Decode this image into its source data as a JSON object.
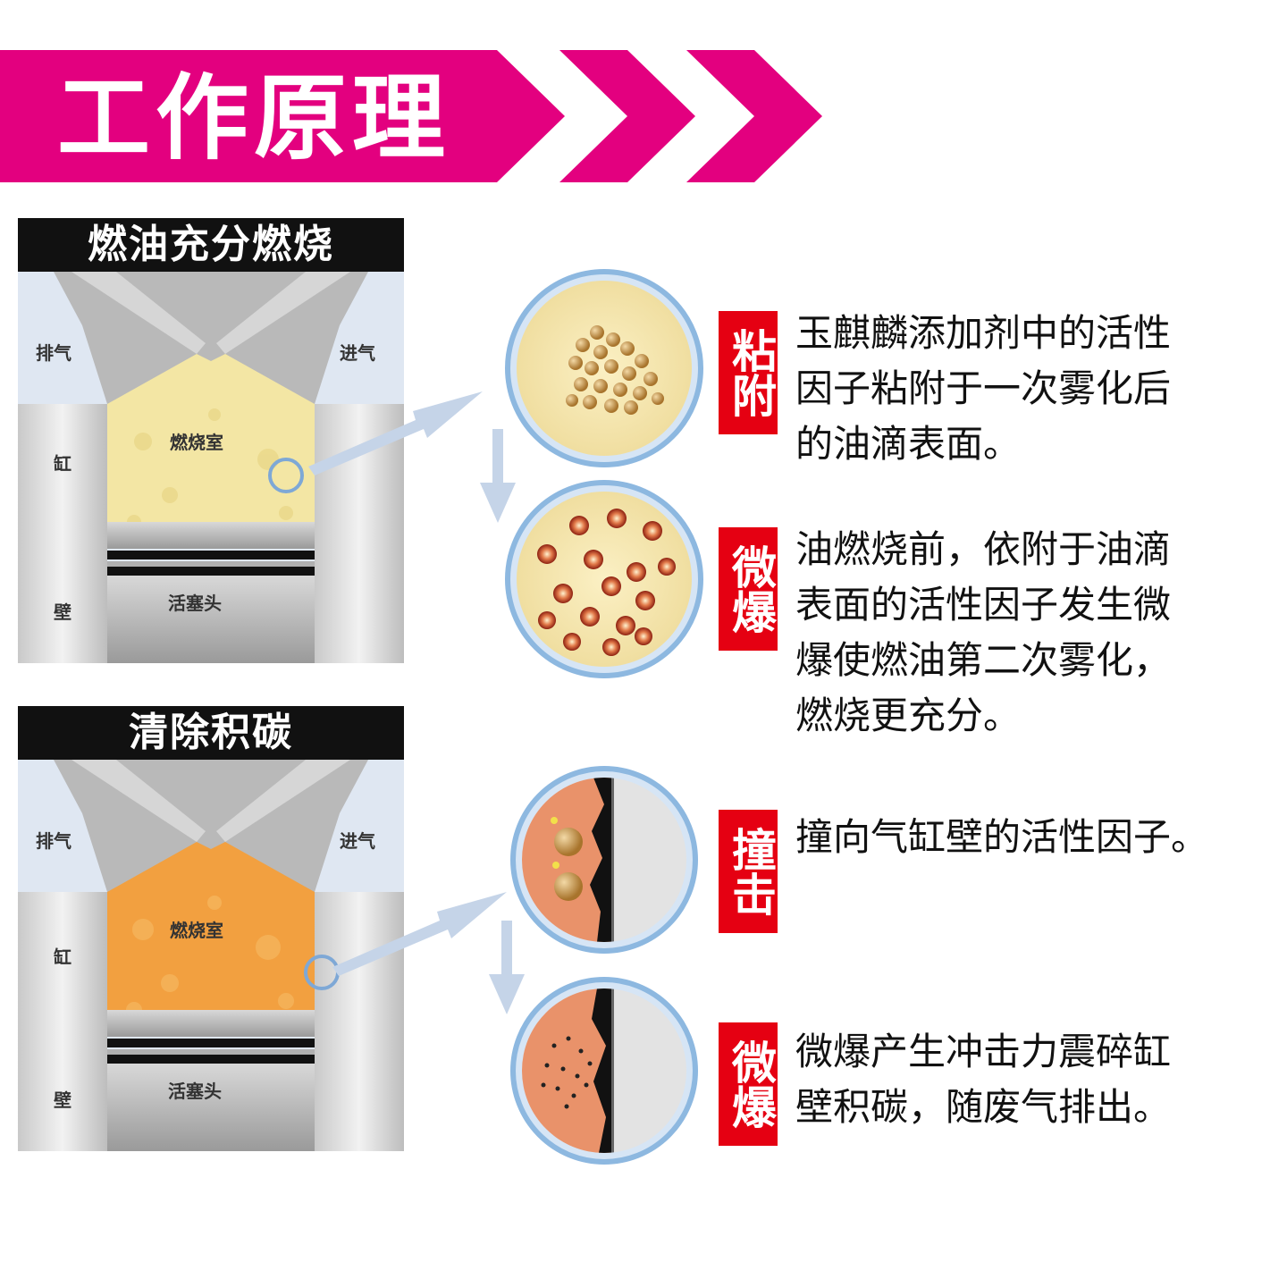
{
  "header": {
    "title": "工作原理"
  },
  "panel1": {
    "title": "燃油充分燃烧",
    "labels": {
      "exhaust": "排气",
      "intake": "进气",
      "chamber": "燃烧室",
      "cyl_top": "缸",
      "cyl_bottom": "壁",
      "piston": "活塞头"
    }
  },
  "panel2": {
    "title": "清除积碳",
    "labels": {
      "exhaust": "排气",
      "intake": "进气",
      "chamber": "燃烧室",
      "cyl_top": "缸",
      "cyl_bottom": "壁",
      "piston": "活塞头"
    }
  },
  "steps": [
    {
      "tag": "粘附",
      "text": "玉麒麟添加剂中的活性\n因子粘附于一次雾化后\n的油滴表面。"
    },
    {
      "tag": "微爆",
      "text": "油燃烧前，依附于油滴\n表面的活性因子发生微\n爆使燃油第二次雾化，\n燃烧更充分。"
    },
    {
      "tag": "撞击",
      "text": "撞向气缸壁的活性因子。"
    },
    {
      "tag": "微爆",
      "text": "微爆产生冲击力震碎缸\n壁积碳，随废气排出。"
    }
  ],
  "colors": {
    "banner": "#e3007f",
    "tag": "#e50012",
    "panel_title_bg": "#111111",
    "fuel_light": "#f3e6a4",
    "fuel_orange": "#f2a040",
    "circle_ring": "#8db8e0",
    "arrow": "#c5d4e8"
  }
}
